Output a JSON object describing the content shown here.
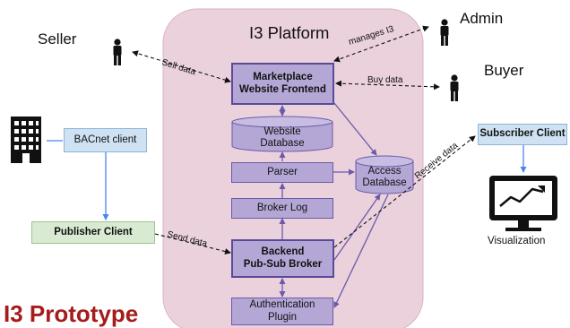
{
  "platform": {
    "title": "I3 Platform"
  },
  "footer": {
    "title": "I3 Prototype"
  },
  "actors": {
    "seller": "Seller",
    "admin": "Admin",
    "buyer": "Buyer"
  },
  "nodes": {
    "marketplace": "Marketplace\nWebsite Frontend",
    "website_db": "Website\nDatabase",
    "parser": "Parser",
    "access_db": "Access\nDatabase",
    "broker_log": "Broker Log",
    "backend": "Backend\nPub-Sub Broker",
    "auth": "Authentication\nPlugin",
    "bacnet": "BACnet client",
    "publisher": "Publisher Client",
    "subscriber": "Subscriber Client",
    "visualization": "Visualization"
  },
  "edge_labels": {
    "sell": "Sell data",
    "manages": "manages I3",
    "buy": "Buy data",
    "send": "Send data",
    "receive": "Receive data"
  },
  "colors": {
    "platform_bg": "#ead1dc",
    "component": "#b4a7d6",
    "component_border": "#6a5aa8",
    "publisher": "#d9ead3",
    "subscriber": "#cfe2f3",
    "title_red": "#a61c1c",
    "connector_blue": "#6d9eeb"
  }
}
